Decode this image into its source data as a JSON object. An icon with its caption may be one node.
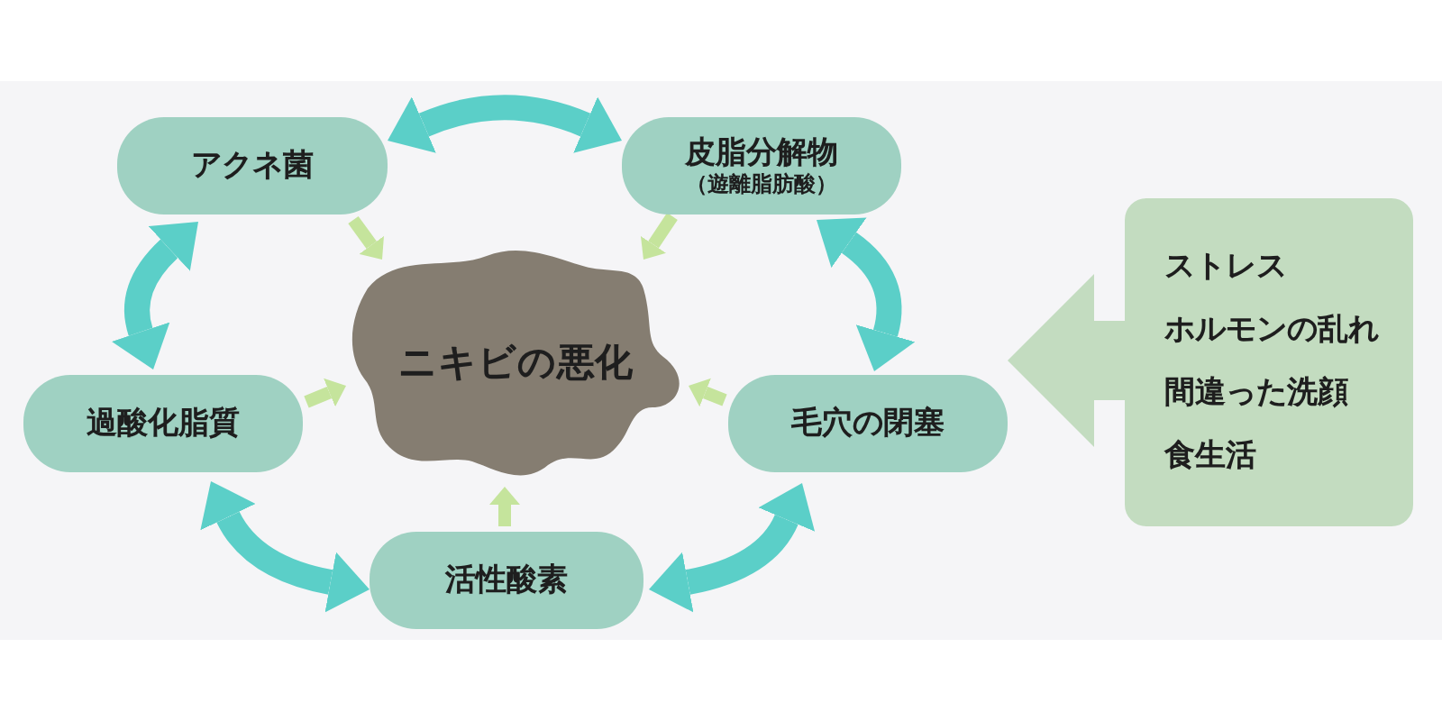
{
  "diagram": {
    "nodes": [
      {
        "text": [
          "アクネ菌"
        ]
      },
      {
        "text": [
          "皮脂分解物",
          "（遊離脂肪酸）"
        ]
      },
      {
        "text": [
          "ニキビの悪化"
        ]
      },
      {
        "text": [
          "過酸化脂質"
        ]
      },
      {
        "text": [
          "毛穴の閉塞"
        ]
      },
      {
        "text": [
          "活性酸素"
        ]
      },
      {
        "text": [
          "ストレス",
          "ホルモンの乱れ",
          "間違った洗顔",
          "食生活"
        ]
      }
    ],
    "edges": [
      {
        "from": 0,
        "to": 1,
        "arrow": "both"
      },
      {
        "from": 1,
        "to": 4,
        "arrow": "both"
      },
      {
        "from": 4,
        "to": 5,
        "arrow": "both"
      },
      {
        "from": 5,
        "to": 3,
        "arrow": "both"
      },
      {
        "from": 3,
        "to": 0,
        "arrow": "both"
      },
      {
        "from": 0,
        "to": 2,
        "arrow": "to",
        "color": "#c5e49c"
      },
      {
        "from": 1,
        "to": 2,
        "arrow": "to",
        "color": "#c5e49c"
      },
      {
        "from": 3,
        "to": 2,
        "arrow": "to",
        "color": "#c5e49c"
      },
      {
        "from": 4,
        "to": 2,
        "arrow": "to",
        "color": "#c5e49c"
      },
      {
        "from": 5,
        "to": 2,
        "arrow": "to",
        "color": "#c5e49c"
      },
      {
        "from": 6,
        "to": 4,
        "arrow": "to",
        "style": "thick",
        "color": "#c3dcc0"
      }
    ]
  }
}
